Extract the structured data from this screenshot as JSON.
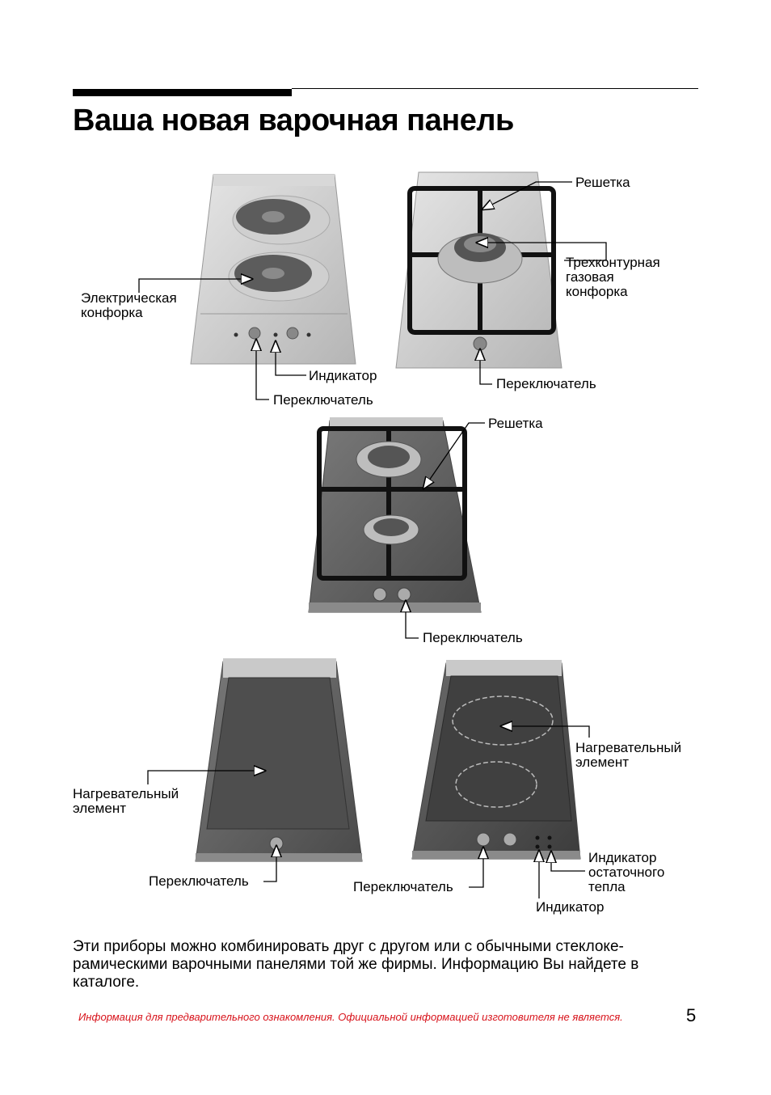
{
  "title": "Ваша новая варочная панель",
  "labels": {
    "electric_burner": "Электрическая\nконфорка",
    "indicator_1": "Индикатор",
    "switch_1": "Переключатель",
    "grate_1": "Решетка",
    "triple_burner": "Трехконтурная\nгазовая\nконфорка",
    "switch_2": "Переключатель",
    "grate_2": "Решетка",
    "switch_3": "Переключатель",
    "heating_element_1": "Нагревательный\nэлемент",
    "switch_4": "Переключатель",
    "heating_element_2": "Нагревательный\nэлемент",
    "residual_heat_indicator": "Индикатор\nостаточного\nтепла",
    "switch_5": "Переключатель",
    "indicator_2": "Индикатор"
  },
  "paragraph": "Эти приборы можно комбинировать друг с другом или с обычными стеклоке-рамическими варочными панелями той же фирмы. Информацию Вы найдете в каталоге.",
  "footer_note": "Информация для предварительного ознакомления. Официальной информацией изготовителя не является.",
  "page_number": "5",
  "colors": {
    "footer_note": "#d8121a"
  }
}
